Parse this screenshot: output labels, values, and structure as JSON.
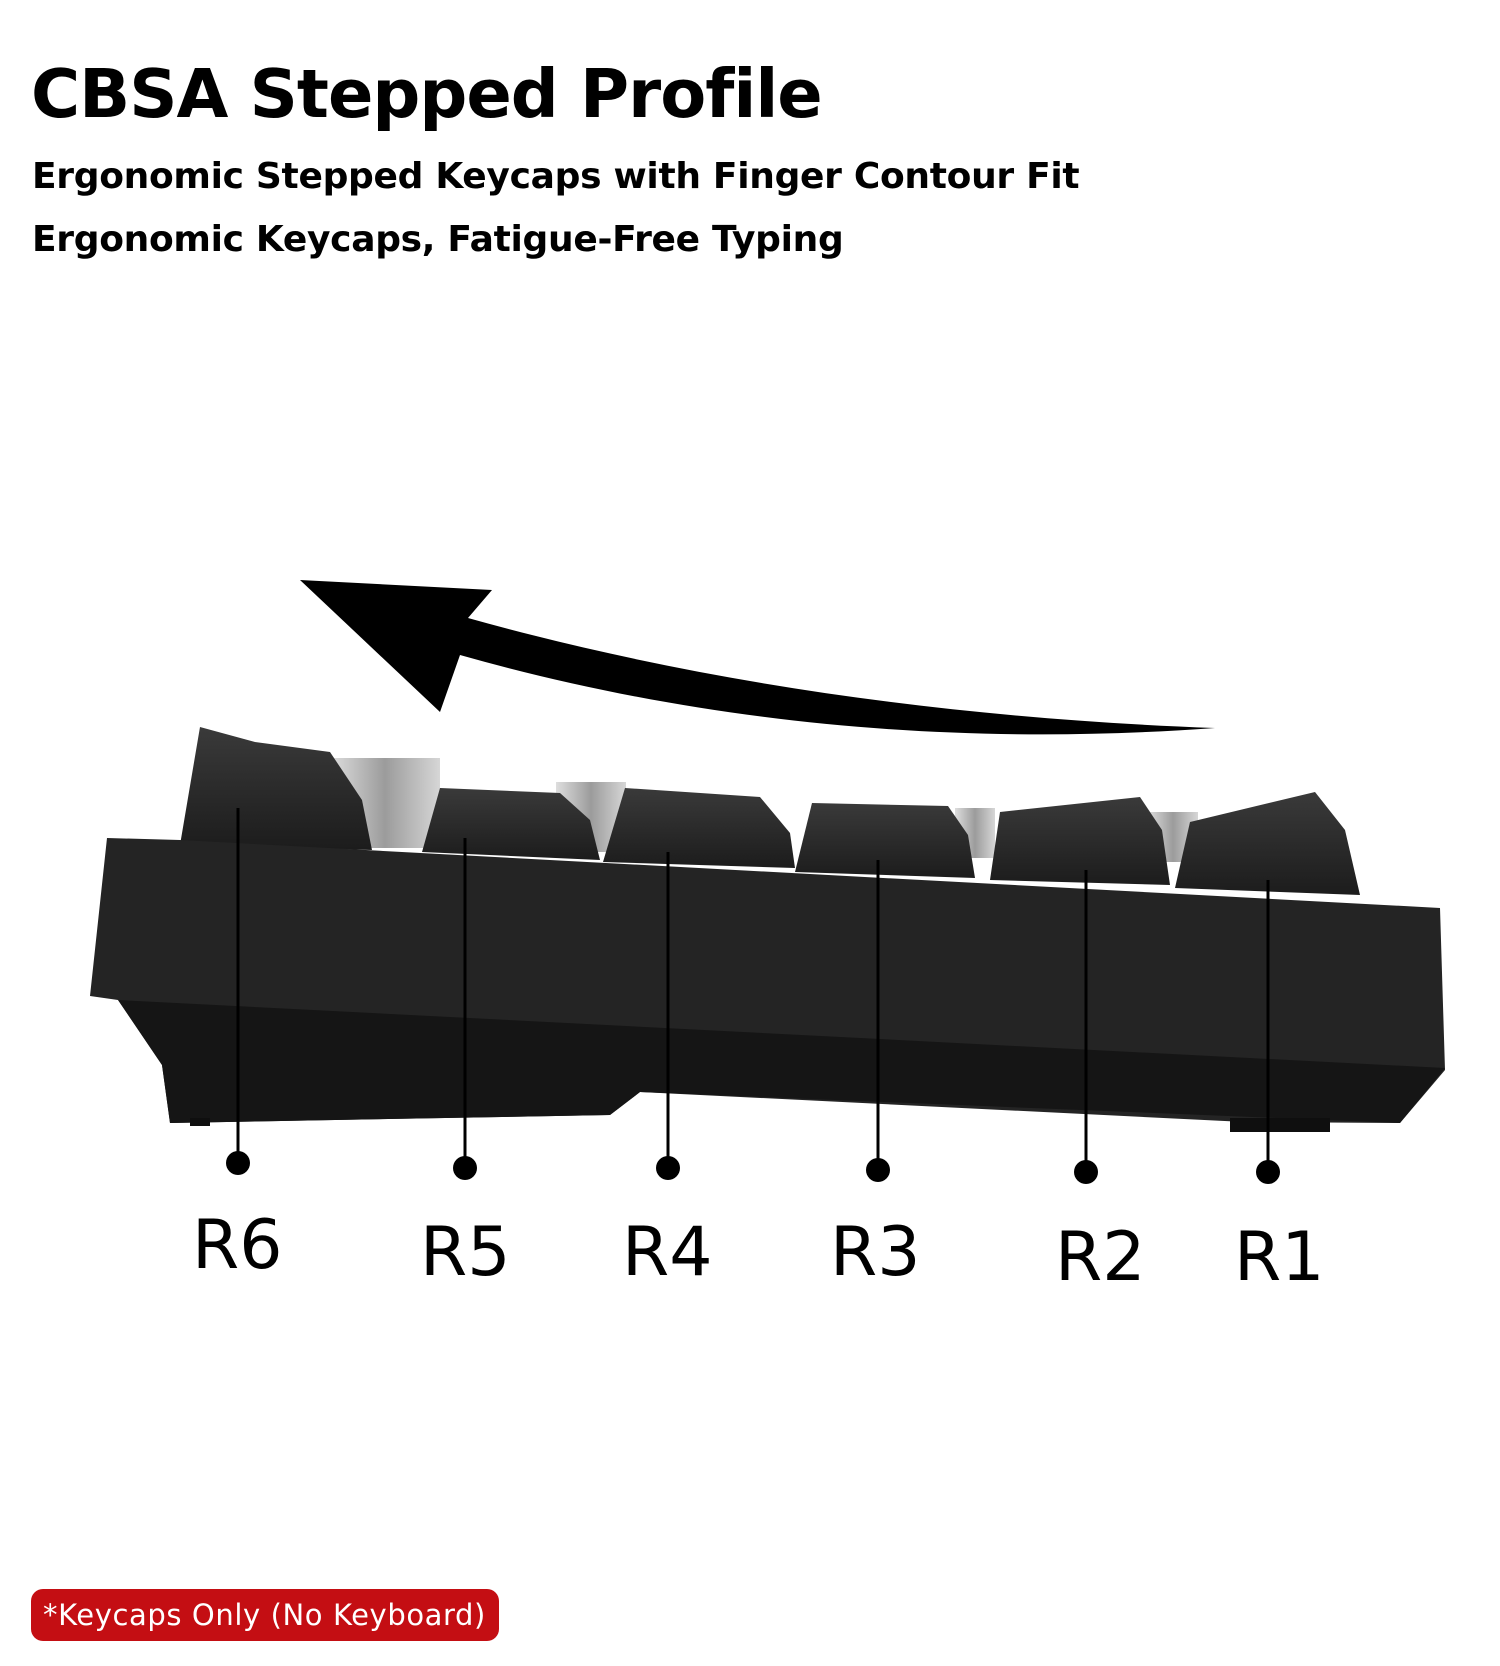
{
  "header": {
    "title": "CBSA Stepped Profile",
    "subtitle_1": "Ergonomic Stepped Keycaps with Finger Contour Fit",
    "subtitle_2": "Ergonomic Keycaps, Fatigue-Free Typing"
  },
  "illustration": {
    "arrow_icon": "curved-arrow-left-icon",
    "keyboard_color": "#232323",
    "keycap_color": "#2a2a2a",
    "rows": [
      {
        "label": "R6"
      },
      {
        "label": "R5"
      },
      {
        "label": "R4"
      },
      {
        "label": "R3"
      },
      {
        "label": "R2"
      },
      {
        "label": "R1"
      }
    ]
  },
  "footer": {
    "note": "*Keycaps Only (No Keyboard)",
    "note_color": "#c40e13"
  }
}
